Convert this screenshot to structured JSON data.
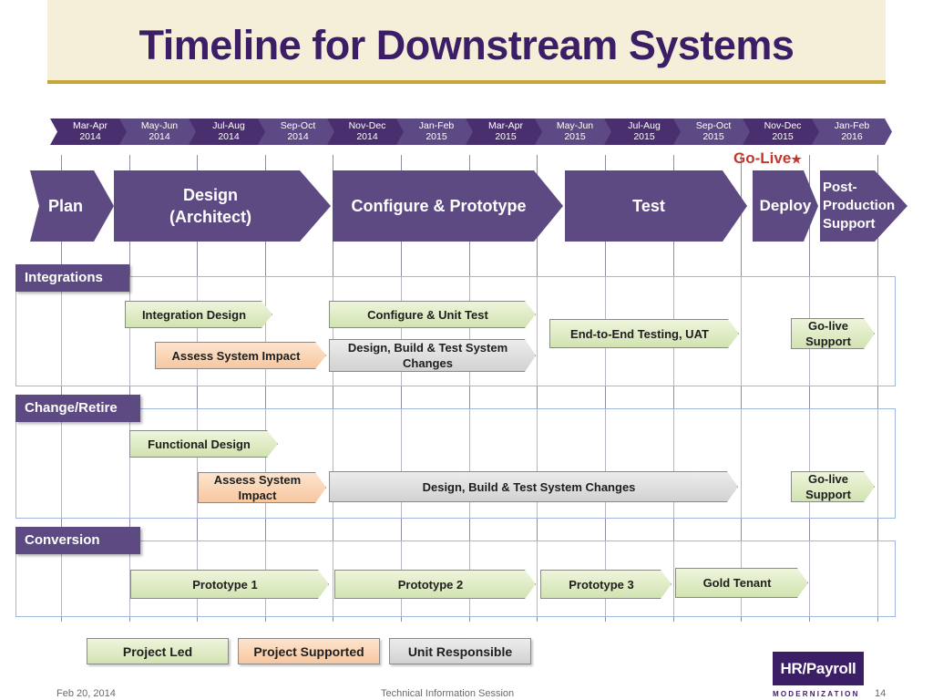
{
  "title": "Timeline for Downstream Systems",
  "timeline": [
    {
      "line1": "Mar-Apr",
      "line2": "2014"
    },
    {
      "line1": "May-Jun",
      "line2": "2014"
    },
    {
      "line1": "Jul-Aug",
      "line2": "2014"
    },
    {
      "line1": "Sep-Oct",
      "line2": "2014"
    },
    {
      "line1": "Nov-Dec",
      "line2": "2014"
    },
    {
      "line1": "Jan-Feb",
      "line2": "2015"
    },
    {
      "line1": "Mar-Apr",
      "line2": "2015"
    },
    {
      "line1": "May-Jun",
      "line2": "2015"
    },
    {
      "line1": "Jul-Aug",
      "line2": "2015"
    },
    {
      "line1": "Sep-Oct",
      "line2": "2015"
    },
    {
      "line1": "Nov-Dec",
      "line2": "2015"
    },
    {
      "line1": "Jan-Feb",
      "line2": "2016"
    }
  ],
  "golive": {
    "label": "Go-Live",
    "star": "★"
  },
  "phases": {
    "plan": "Plan",
    "design_1": "Design",
    "design_2": "(Architect)",
    "configure": "Configure & Prototype",
    "test": "Test",
    "deploy": "Deploy",
    "post_1": "Post-",
    "post_2": "Production",
    "post_3": "Support"
  },
  "sections": {
    "integrations": {
      "label": "Integrations",
      "integration_design": "Integration Design",
      "assess_impact": "Assess System Impact",
      "configure_unit_test": "Configure & Unit Test",
      "dbt_1": "Design, Build & Test System",
      "dbt_2": "Changes",
      "e2e": "End-to-End Testing, UAT",
      "golive_1": "Go-live",
      "golive_2": "Support"
    },
    "change_retire": {
      "label": "Change/Retire",
      "functional_design": "Functional Design",
      "assess_1": "Assess System",
      "assess_2": "Impact",
      "dbt": "Design, Build & Test System Changes",
      "golive_1": "Go-live",
      "golive_2": "Support"
    },
    "conversion": {
      "label": "Conversion",
      "proto1": "Prototype 1",
      "proto2": "Prototype 2",
      "proto3": "Prototype 3",
      "gold": "Gold Tenant"
    }
  },
  "legend": {
    "project_led": "Project Led",
    "project_supported": "Project Supported",
    "unit_responsible": "Unit Responsible"
  },
  "footer": {
    "date": "Feb 20, 2014",
    "center": "Technical Information Session",
    "page": "14"
  },
  "logo": {
    "line1": "HR/Payroll",
    "line2": "MODERNIZATION"
  },
  "colors": {
    "title": "#3b1e66",
    "phase": "#5e4a82",
    "golive": "#c0392b",
    "project_led": "#d2e3b1",
    "project_supported": "#f7c7a0",
    "unit_responsible": "#d2d2d2"
  }
}
